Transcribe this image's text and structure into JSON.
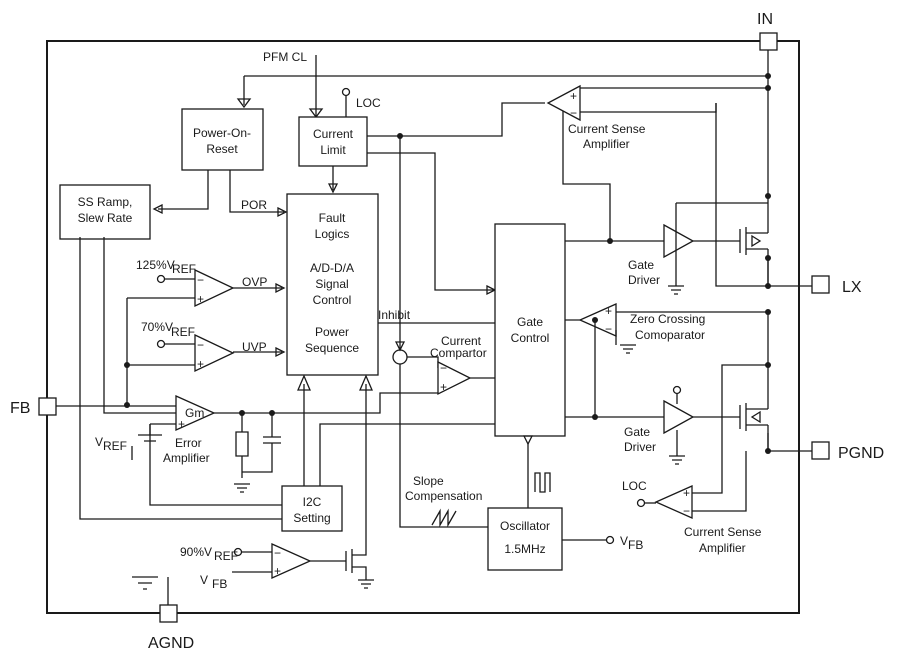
{
  "pins": {
    "in": "IN",
    "lx": "LX",
    "pgnd": "PGND",
    "fb": "FB",
    "agnd": "AGND"
  },
  "blocks": {
    "power_on_reset": [
      "Power-On-",
      "Reset"
    ],
    "current_limit": [
      "Current",
      "Limit"
    ],
    "ss_ramp": [
      "SS Ramp,",
      "Slew Rate"
    ],
    "fault_logics": [
      "Fault",
      "Logics",
      "A/D-D/A",
      "Signal",
      "Control",
      "Power",
      "Sequence"
    ],
    "gate_control": [
      "Gate",
      "Control"
    ],
    "i2c": [
      "I2C",
      "Setting"
    ],
    "oscillator": [
      "Oscillator",
      "1.5MHz"
    ]
  },
  "labels": {
    "pfm_cl": "PFM CL",
    "loc_top": "LOC",
    "loc_bottom": "LOC",
    "por": "POR",
    "ref125": "125%V",
    "ref70": "70%V",
    "ref90": "90%V",
    "ref_sub": "REF",
    "ovp": "OVP",
    "uvp": "UVP",
    "gm": "Gm",
    "vref": "V",
    "error_amp": [
      "Error",
      "Amplifier"
    ],
    "inhibit": "Inhibit",
    "current_comparator": [
      "Current",
      "Compartor"
    ],
    "slope_comp": [
      "Slope",
      "Compensation"
    ],
    "vfb": "V",
    "vfb_sub": "FB",
    "vfb_osc": "V",
    "gate_driver_top": [
      "Gate",
      "Driver"
    ],
    "gate_driver_bottom": [
      "Gate",
      "Driver"
    ],
    "cs_amp_top": [
      "Current Sense",
      "Amplifier"
    ],
    "cs_amp_bottom": [
      "Current Sense",
      "Amplifier"
    ],
    "zero_crossing": [
      "Zero Crossing",
      "Comoparator"
    ]
  }
}
